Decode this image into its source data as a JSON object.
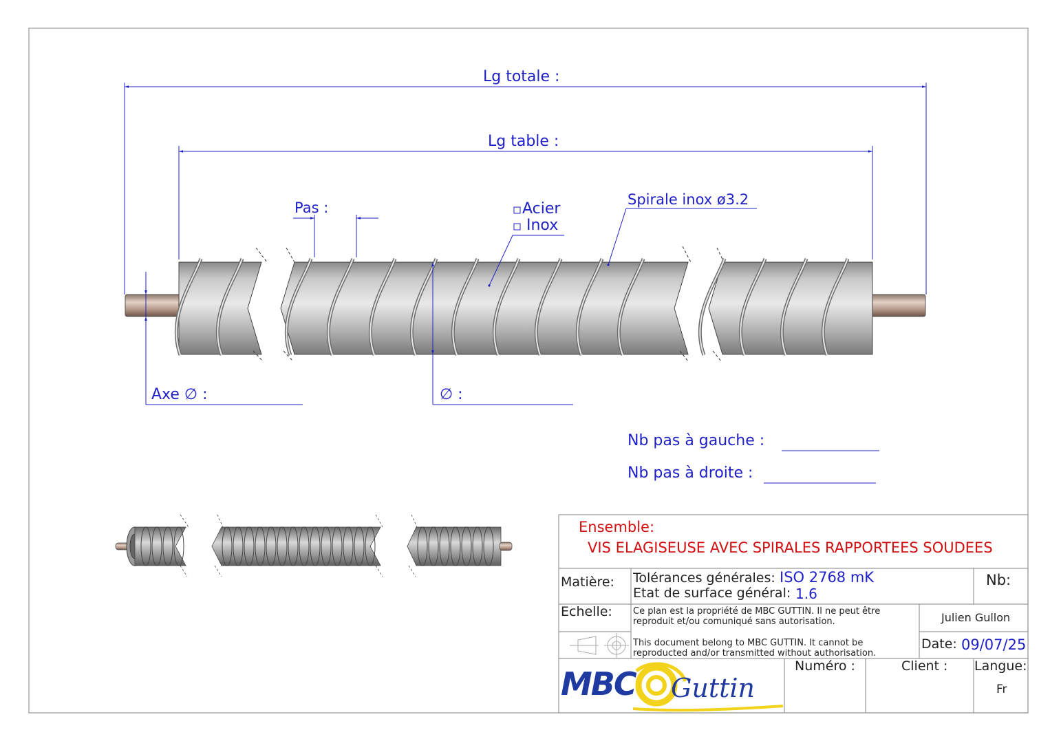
{
  "dimensions": {
    "lg_totale": "Lg totale :",
    "lg_table": "Lg table :",
    "pas": "Pas :",
    "acier": "Acier",
    "inox": "Inox",
    "spirale": "Spirale inox ø3.2",
    "axe_diameter": "Axe ∅ :",
    "diameter": "∅ :",
    "nb_pas_gauche": "Nb pas à gauche :",
    "nb_pas_droite": "Nb pas à droite :"
  },
  "title_block": {
    "ensemble_label": "Ensemble:",
    "ensemble_title": "VIS ELAGISEUSE AVEC SPIRALES RAPPORTEES SOUDEES",
    "matiere_label": "Matière:",
    "tolerances_label": "Tolérances générales:",
    "tolerances_value": "ISO 2768 mK",
    "surface_label": "Etat de surface général:",
    "surface_value": "1.6",
    "nb_label": "Nb:",
    "echelle_label": "Echelle:",
    "notice_fr": "Ce plan est la propriété de MBC GUTTIN. Il ne peut être reproduit et/ou comuniqué sans autorisation.",
    "notice_en": "This document belong to MBC GUTTIN. It cannot be reproducted and/or transmitted without authorisation.",
    "author": "Julien Gullon",
    "date_label": "Date:",
    "date_value": "09/07/25",
    "numero_label": "Numéro :",
    "client_label": "Client :",
    "langue_label": "Langue:",
    "langue_value": "Fr",
    "logo_mbc": "MBC",
    "logo_guttin": "Guttin"
  },
  "colors": {
    "dimension": "#1f1fc8",
    "title": "#d01010",
    "logo_blue": "#1f3aa0",
    "logo_yellow": "#f2d21a"
  }
}
